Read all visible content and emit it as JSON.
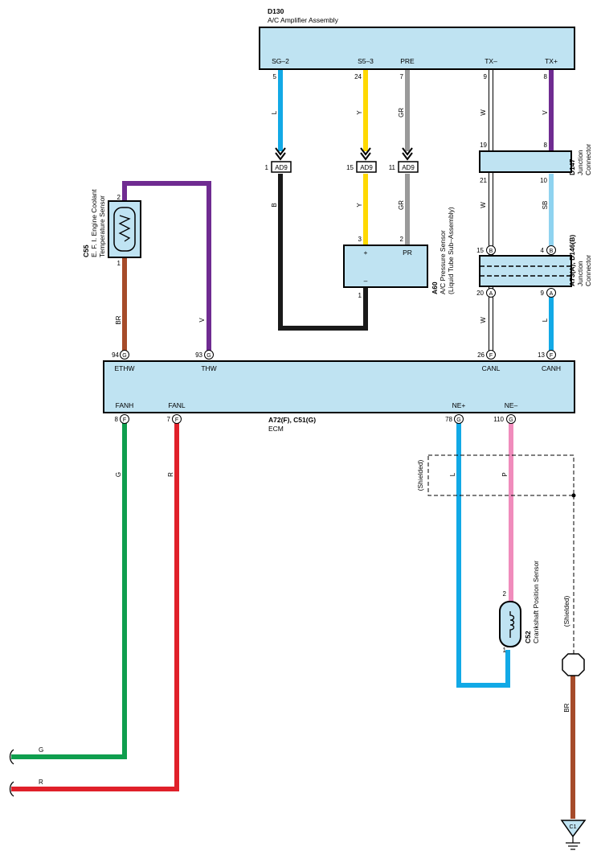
{
  "components": {
    "amplifier": {
      "code": "D130",
      "name": "A/C Amplifier Assembly",
      "pins": {
        "sg2": "SG–2",
        "s53": "S5–3",
        "pre": "PRE",
        "txm": "TX–",
        "txp": "TX+"
      },
      "pin_nums": {
        "sg2": "5",
        "s53": "24",
        "pre": "7",
        "txm": "9",
        "txp": "8"
      }
    },
    "ecm": {
      "code": "A72(F), C51(G)",
      "name": "ECM",
      "pins": {
        "ethw": "ETHW",
        "thw": "THW",
        "canl": "CANL",
        "canh": "CANH",
        "fanh": "FANH",
        "fanl": "FANL",
        "nep": "NE+",
        "nem": "NE–"
      },
      "pin_nums": {
        "ethw": "94",
        "thw": "93",
        "canl": "26",
        "canh": "13",
        "fanh": "8",
        "fanl": "7",
        "nep": "78",
        "nem": "110"
      },
      "conn": {
        "g": "G",
        "f": "F"
      }
    },
    "coolant_sensor": {
      "code": "C55",
      "line1": "E. F. I.  Engine Coolant",
      "line2": "Temperature Sensor",
      "pin_top": "2",
      "pin_bottom": "1"
    },
    "pressure_sensor": {
      "code": "A60",
      "line1": "A/C Pressure Sensor",
      "line2": "(Liquid Tube Sub–Assembly)",
      "plus": "+",
      "pr": "PR",
      "minus": "–",
      "pin_plus": "3",
      "pin_pr": "2",
      "pin_minus": "1"
    },
    "junction_d147": {
      "code": "D147",
      "line1": "Junction",
      "line2": "Connector",
      "pins": {
        "tl": "19",
        "tr": "8",
        "bl": "21",
        "br": "10"
      }
    },
    "junction_a73": {
      "code": "A73(A), D146(B)",
      "line1": "Junction",
      "line2": "Connector",
      "conn_a": "A",
      "conn_b": "B",
      "pins": {
        "tl": "15",
        "tr": "4",
        "bl": "20",
        "br": "9"
      }
    },
    "crank_sensor": {
      "code": "C52",
      "name": "Crankshaft Position Sensor",
      "pin_top": "2",
      "pin_bottom": "1"
    },
    "ad9": {
      "label": "AD9",
      "pins": {
        "a": "1",
        "b": "15",
        "c": "11"
      }
    },
    "ground": {
      "label": "C1"
    },
    "shielded": "(Shielded)"
  },
  "wire_colors": {
    "amp_sg2": "L",
    "ad9_sg2": "B",
    "amp_s53": "Y",
    "ad9_s53": "Y",
    "amp_pre": "GR",
    "ad9_pre": "GR",
    "amp_txm": "W",
    "d147_txm": "W",
    "a73_canl": "W",
    "amp_txp": "V",
    "d147_txp": "SB",
    "a73_canh": "L",
    "c55_ethw": "BR",
    "c55_thw": "V",
    "fanh": "G",
    "fanl": "R",
    "nep": "L",
    "nem": "P",
    "shield_gnd": "BR",
    "out_g": "G",
    "out_r": "R"
  },
  "colors": {
    "L": "#12a9e6",
    "B": "#1a1a1a",
    "Y": "#ffd900",
    "GR": "#9a9a9a",
    "V": "#6f2b91",
    "SB": "#8fd3f0",
    "W": "#ffffff",
    "BR": "#a64b2a",
    "G": "#0f9e4e",
    "R": "#e0202a",
    "P": "#f08cbc",
    "box_fill": "#bfe3f2"
  }
}
